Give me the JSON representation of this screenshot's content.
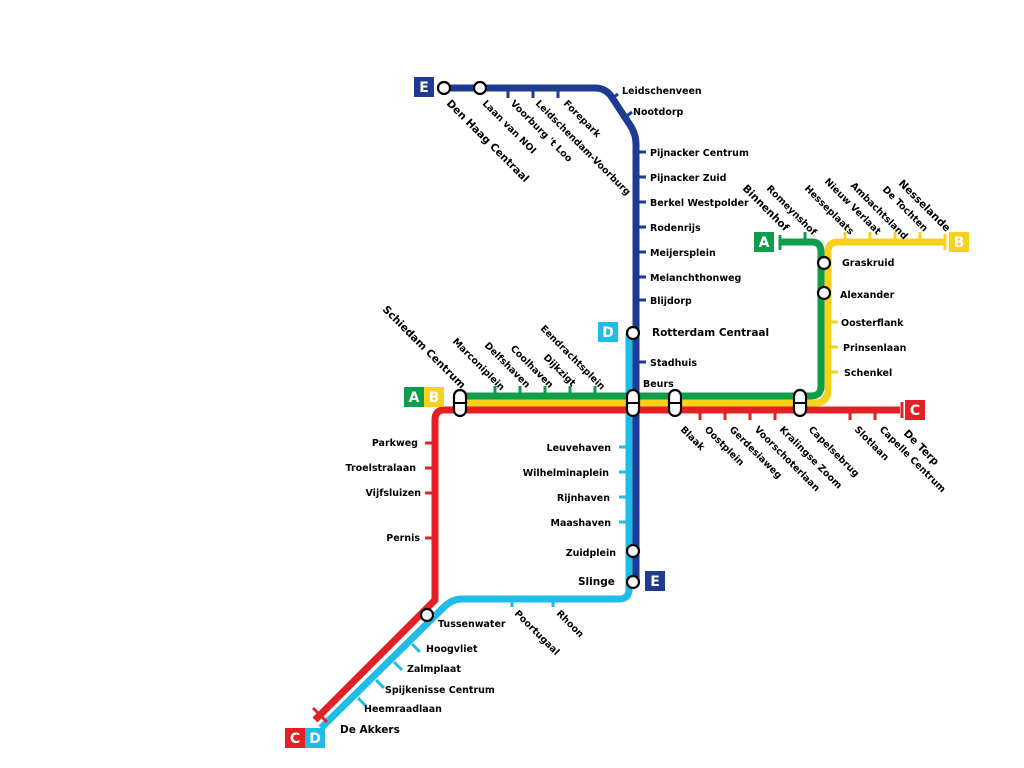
{
  "colors": {
    "A": "#0f9d4c",
    "B": "#f9d01c",
    "C": "#e42026",
    "D": "#1fbce8",
    "E": "#1f3a93"
  },
  "badges": {
    "A": "A",
    "B": "B",
    "C": "C",
    "D": "D",
    "E": "E"
  },
  "terminals": {
    "den_haag_centraal": "Den Haag Centraal",
    "binnenhof": "Binnenhof",
    "nesselande": "Nesselande",
    "schiedam_centrum": "Schiedam Centrum",
    "de_terp": "De Terp",
    "de_akkers": "De Akkers",
    "rotterdam_centraal": "Rotterdam Centraal",
    "slinge": "Slinge"
  },
  "stations": {
    "laan_van_noi": "Laan van NOI",
    "voorburg_t_loo": "Voorburg 't Loo",
    "leidschendam_voorburg": "Leidschendam-Voorburg",
    "forepark": "Forepark",
    "leidschenveen": "Leidschenveen",
    "nootdorp": "Nootdorp",
    "pijnacker_centrum": "Pijnacker Centrum",
    "pijnacker_zuid": "Pijnacker Zuid",
    "berkel_westpolder": "Berkel Westpolder",
    "rodenrijs": "Rodenrijs",
    "meijersplein": "Meijersplein",
    "melanchthonweg": "Melanchthonweg",
    "blijdorp": "Blijdorp",
    "stadhuis": "Stadhuis",
    "beurs": "Beurs",
    "romeynshof": "Romeynshof",
    "hesseplaats": "Hesseplaats",
    "nieuw_verlaat": "Nieuw Verlaat",
    "ambachtsland": "Ambachtsland",
    "de_tochten": "De Tochten",
    "graskruid": "Graskruid",
    "alexander": "Alexander",
    "oosterflank": "Oosterflank",
    "prinsenlaan": "Prinsenlaan",
    "schenkel": "Schenkel",
    "marconiplein": "Marconiplein",
    "delfshaven": "Delfshaven",
    "coolhaven": "Coolhaven",
    "dijkzigt": "Dijkzigt",
    "eendrachtsplein": "Eendrachtsplein",
    "blaak": "Blaak",
    "oostplein": "Oostplein",
    "gerdesiaweg": "Gerdesiaweg",
    "voorschoterlaan": "Voorschoterlaan",
    "kralingse_zoom": "Kralingse Zoom",
    "capelsebrug": "Capelsebrug",
    "slotlaan": "Slotlaan",
    "capelle_centrum": "Capelle Centrum",
    "parkweg": "Parkweg",
    "troelstralaan": "Troelstralaan",
    "vijfsluizen": "Vijfsluizen",
    "pernis": "Pernis",
    "leuvehaven": "Leuvehaven",
    "wilhelminaplein": "Wilhelminaplein",
    "rijnhaven": "Rijnhaven",
    "maashaven": "Maashaven",
    "zuidplein": "Zuidplein",
    "tussenwater": "Tussenwater",
    "poortugaal": "Poortugaal",
    "rhoon": "Rhoon",
    "hoogvliet": "Hoogvliet",
    "zalmplaat": "Zalmplaat",
    "spijkenisse_centrum": "Spijkenisse Centrum",
    "heemraadlaan": "Heemraadlaan"
  }
}
